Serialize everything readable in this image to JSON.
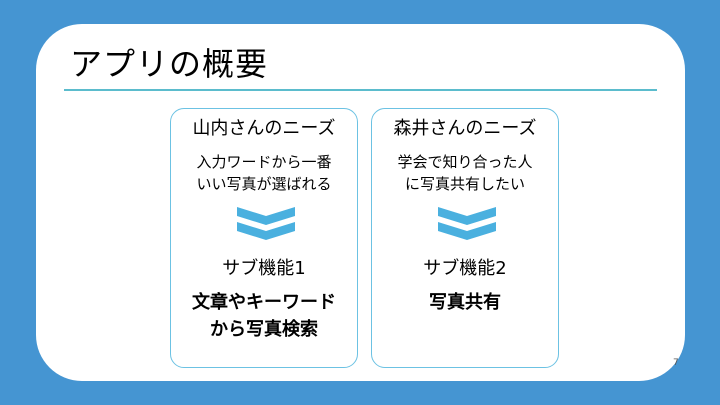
{
  "slide": {
    "title": "アプリの概要",
    "page_number": "7"
  },
  "cards": [
    {
      "heading": "山内さんのニーズ",
      "need_lines": [
        "入力ワードから一番",
        "いい写真が選ばれる"
      ],
      "feature_label": "サブ機能1",
      "feature_lines": [
        "文章やキーワード",
        "から写真検索"
      ]
    },
    {
      "heading": "森井さんのニーズ",
      "need_lines": [
        "学会で知り合った人",
        "に写真共有したい"
      ],
      "feature_label": "サブ機能2",
      "feature_lines": [
        "写真共有"
      ]
    }
  ],
  "colors": {
    "background": "#4595d2",
    "rule": "#5bbccd",
    "card_border": "#6cc2e3",
    "chevron": "#4ab0df"
  },
  "icons": {
    "arrow": "double-chevron-down-icon"
  }
}
